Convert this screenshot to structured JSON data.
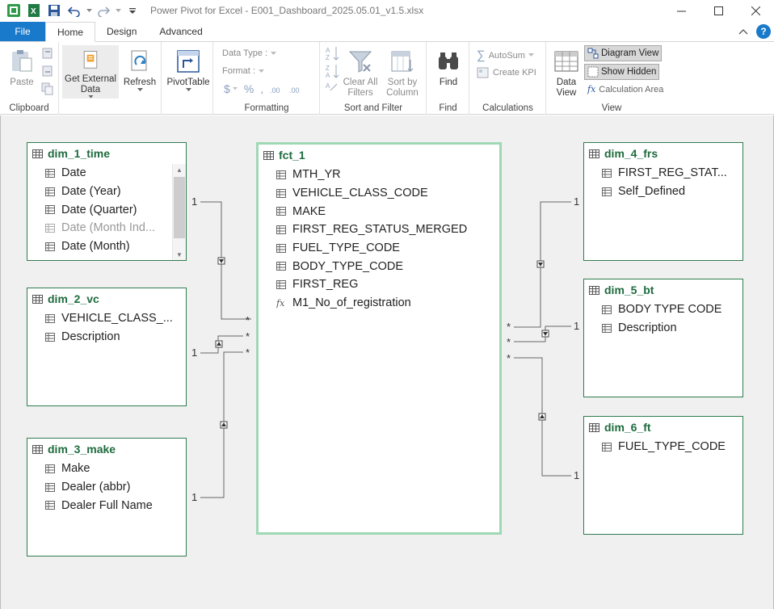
{
  "window": {
    "title": "Power Pivot for Excel - E001_Dashboard_2025.05.01_v1.5.xlsx"
  },
  "tabs": [
    "File",
    "Home",
    "Design",
    "Advanced"
  ],
  "ribbon": {
    "clipboard": {
      "paste": "Paste",
      "label": "Clipboard"
    },
    "get_external": {
      "line1": "Get External",
      "line2": "Data"
    },
    "refresh": "Refresh",
    "pivot": "PivotTable",
    "formatting": {
      "data_type": "Data Type :",
      "format": "Format :",
      "dollar": "$",
      "percent": "%",
      "comma": ",",
      "label": "Formatting"
    },
    "sort_filter": {
      "clear_all_1": "Clear All",
      "clear_all_2": "Filters",
      "sort_by_1": "Sort by",
      "sort_by_2": "Column",
      "label": "Sort and Filter"
    },
    "find": {
      "button": "Find",
      "label": "Find"
    },
    "calculations": {
      "autosum": "AutoSum",
      "create_kpi": "Create KPI",
      "label": "Calculations"
    },
    "view": {
      "data_view_1": "Data",
      "data_view_2": "View",
      "diagram_view": "Diagram View",
      "show_hidden": "Show Hidden",
      "calc_area": "Calculation Area",
      "label": "View"
    }
  },
  "tables": {
    "dim_1_time": {
      "name": "dim_1_time",
      "rows": [
        "Date",
        "Date (Year)",
        "Date (Quarter)",
        "Date (Month Ind...",
        "Date (Month)"
      ]
    },
    "dim_2_vc": {
      "name": "dim_2_vc",
      "rows": [
        "VEHICLE_CLASS_...",
        "Description"
      ]
    },
    "dim_3_make": {
      "name": "dim_3_make",
      "rows": [
        "Make",
        "Dealer (abbr)",
        "Dealer Full Name"
      ]
    },
    "fct_1": {
      "name": "fct_1",
      "rows": [
        "MTH_YR",
        "VEHICLE_CLASS_CODE",
        "MAKE",
        "FIRST_REG_STATUS_MERGED",
        "FUEL_TYPE_CODE",
        "BODY_TYPE_CODE",
        "FIRST_REG",
        "M1_No_of_registration"
      ]
    },
    "dim_4_frs": {
      "name": "dim_4_frs",
      "rows": [
        "FIRST_REG_STAT...",
        "Self_Defined"
      ]
    },
    "dim_5_bt": {
      "name": "dim_5_bt",
      "rows": [
        "BODY TYPE CODE",
        "Description"
      ]
    },
    "dim_6_ft": {
      "name": "dim_6_ft",
      "rows": [
        "FUEL_TYPE_CODE"
      ]
    }
  },
  "relationships": {
    "one": "1",
    "many": "*"
  },
  "colors": {
    "accent": "#1979ca",
    "table_title": "#1e6b3e",
    "table_border": "#2e7d4f",
    "fact_border": "#9fd8b4"
  }
}
